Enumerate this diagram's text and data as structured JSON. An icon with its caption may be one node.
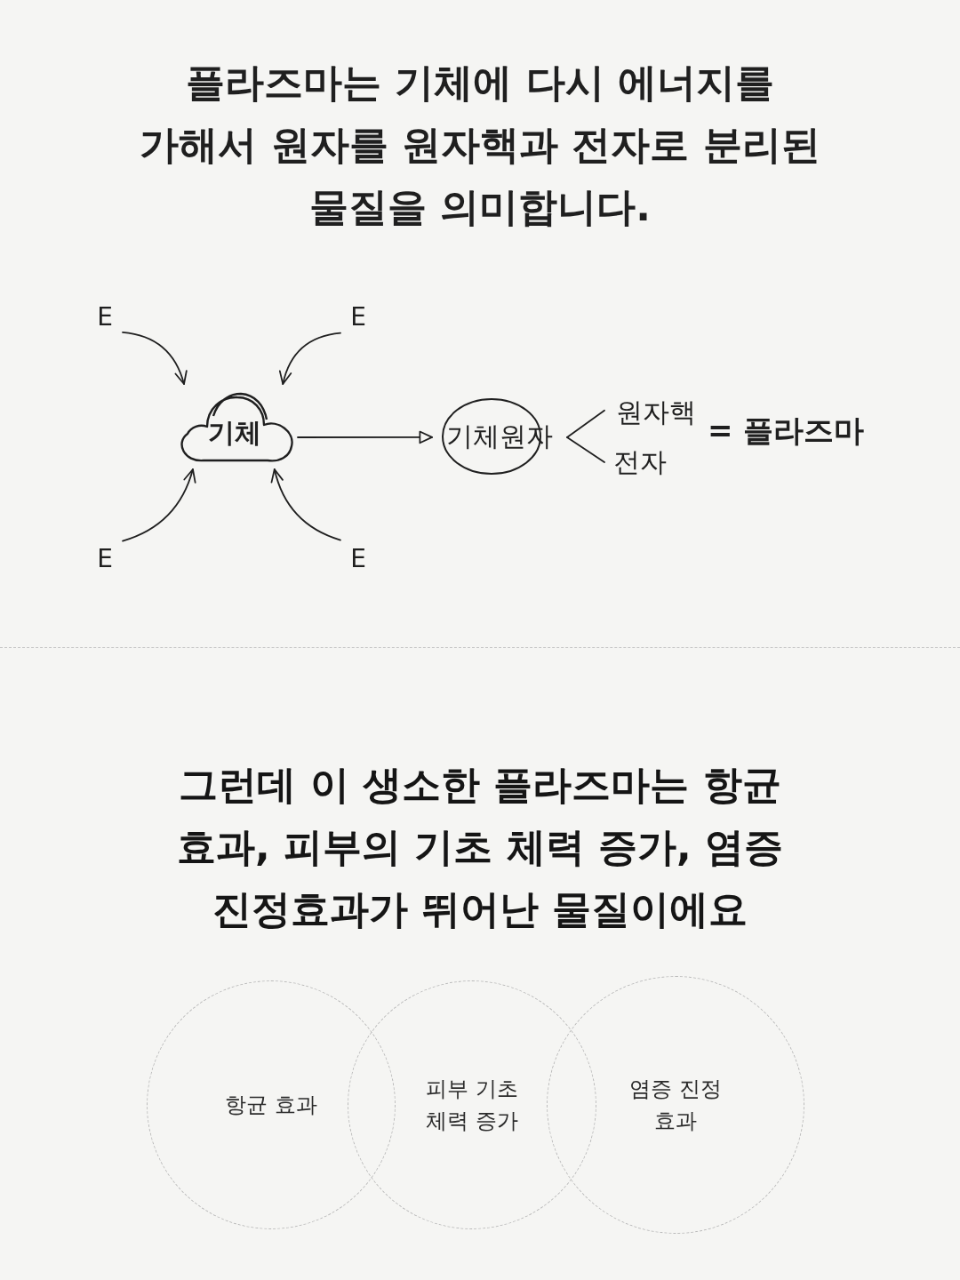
{
  "diagram": {
    "title": "플라즈마는 기체에 다시 에너지를 가해서 원자를 원자핵과 전자로 분리된 물질을 의미합니다.",
    "nodes": [
      {
        "text": [
          "E"
        ]
      },
      {
        "text": [
          "E"
        ]
      },
      {
        "text": [
          "기체"
        ]
      },
      {
        "text": [
          "기체원자"
        ]
      },
      {
        "text": [
          "원자핵"
        ]
      },
      {
        "text": [
          "전자"
        ]
      },
      {
        "text": [
          "E"
        ]
      },
      {
        "text": [
          "E"
        ]
      },
      {
        "text": [
          "항균 효과"
        ]
      },
      {
        "text": [
          "피부 기초 체력 증가"
        ]
      },
      {
        "text": [
          "염증 진정 효과"
        ]
      }
    ],
    "edges": [
      {
        "from": 0,
        "to": 2,
        "arrow": "to"
      },
      {
        "from": 1,
        "to": 2,
        "arrow": "to"
      },
      {
        "from": 2,
        "to": 3,
        "arrow": "to"
      },
      {
        "from": 3,
        "to": 4,
        "arrow": "none"
      },
      {
        "from": 3,
        "to": 5,
        "arrow": "none"
      },
      {
        "from": 6,
        "to": 2,
        "arrow": "to"
      },
      {
        "from": 7,
        "to": 2,
        "arrow": "to"
      }
    ],
    "labels": [
      "= 플라즈마",
      "그런데 이 생소한 플라즈마는 항균 효과, 피부의 기초 체력 증가, 염증 진정효과가 **뛰어난** 물질이에요"
    ]
  }
}
